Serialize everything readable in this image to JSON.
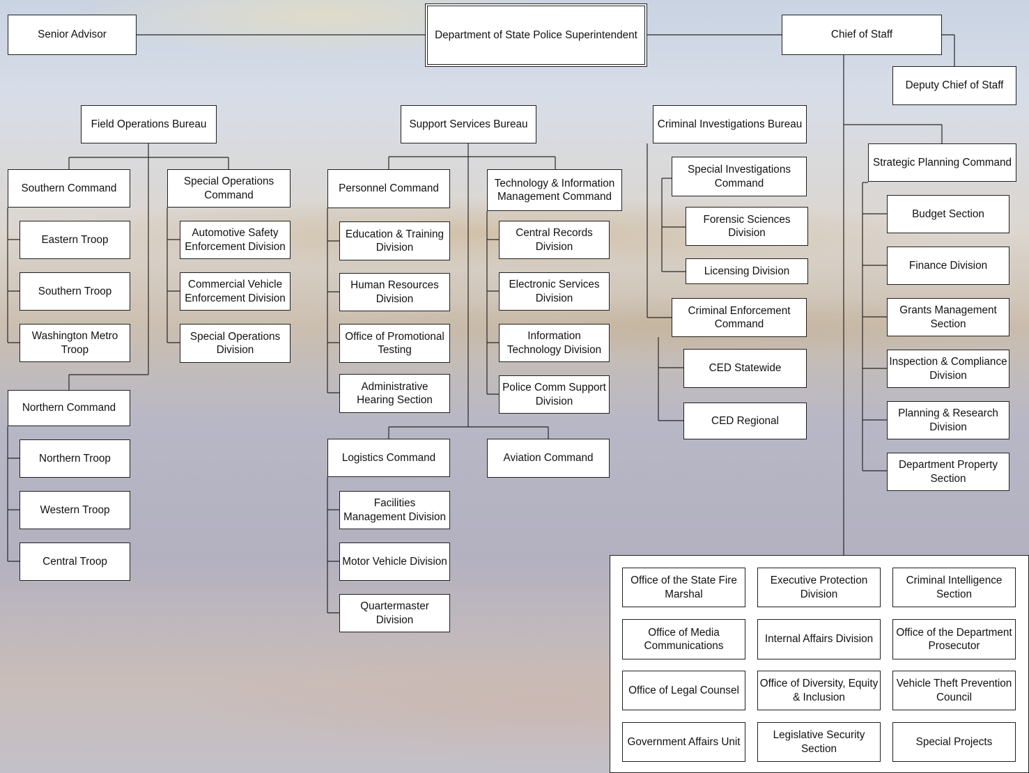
{
  "top": {
    "superintendent": "Department of State Police Superintendent",
    "senior_advisor": "Senior Advisor",
    "chief_of_staff": "Chief of Staff",
    "deputy_chief_of_staff": "Deputy Chief of Staff"
  },
  "field_ops": {
    "bureau": "Field Operations Bureau",
    "southern_command": "Southern Command",
    "eastern_troop": "Eastern Troop",
    "southern_troop": "Southern Troop",
    "washington_metro_troop": "Washington Metro Troop",
    "special_ops_command": "Special Operations Command",
    "automotive_safety": "Automotive Safety Enforcement Division",
    "commercial_vehicle": "Commercial Vehicle Enforcement Division",
    "special_ops_division": "Special Operations Division",
    "northern_command": "Northern Command",
    "northern_troop": "Northern Troop",
    "western_troop": "Western Troop",
    "central_troop": "Central Troop"
  },
  "support": {
    "bureau": "Support Services Bureau",
    "personnel_command": "Personnel Command",
    "education_training": "Education & Training Division",
    "human_resources": "Human Resources Division",
    "promotional_testing": "Office of Promotional Testing",
    "admin_hearing": "Administrative Hearing Section",
    "tech_info_command": "Technology & Information Management Command",
    "central_records": "Central Records Division",
    "electronic_services": "Electronic Services Division",
    "info_tech": "Information Technology Division",
    "police_comm": "Police Comm Support Division",
    "logistics_command": "Logistics Command",
    "facilities": "Facilities Management Division",
    "motor_vehicle": "Motor Vehicle Division",
    "quartermaster": "Quartermaster Division",
    "aviation_command": "Aviation Command"
  },
  "criminal": {
    "bureau": "Criminal Investigations Bureau",
    "special_investigations": "Special Investigations Command",
    "forensic_sciences": "Forensic Sciences Division",
    "licensing": "Licensing Division",
    "criminal_enforcement": "Criminal Enforcement Command",
    "ced_statewide": "CED Statewide",
    "ced_regional": "CED Regional"
  },
  "strategic": {
    "command": "Strategic Planning Command",
    "budget": "Budget Section",
    "finance": "Finance Division",
    "grants": "Grants Management Section",
    "inspection": "Inspection & Compliance Division",
    "planning_research": "Planning & Research Division",
    "property": "Department Property Section"
  },
  "offices": [
    "Office of the State Fire Marshal",
    "Executive Protection Division",
    "Criminal Intelligence Section",
    "Office of Media Communications",
    "Internal Affairs Division",
    "Office of the Department Prosecutor",
    "Office of Legal Counsel",
    "Office of Diversity, Equity & Inclusion",
    "Vehicle Theft Prevention Council",
    "Government Affairs Unit",
    "Legislative Security Section",
    "Special Projects"
  ]
}
